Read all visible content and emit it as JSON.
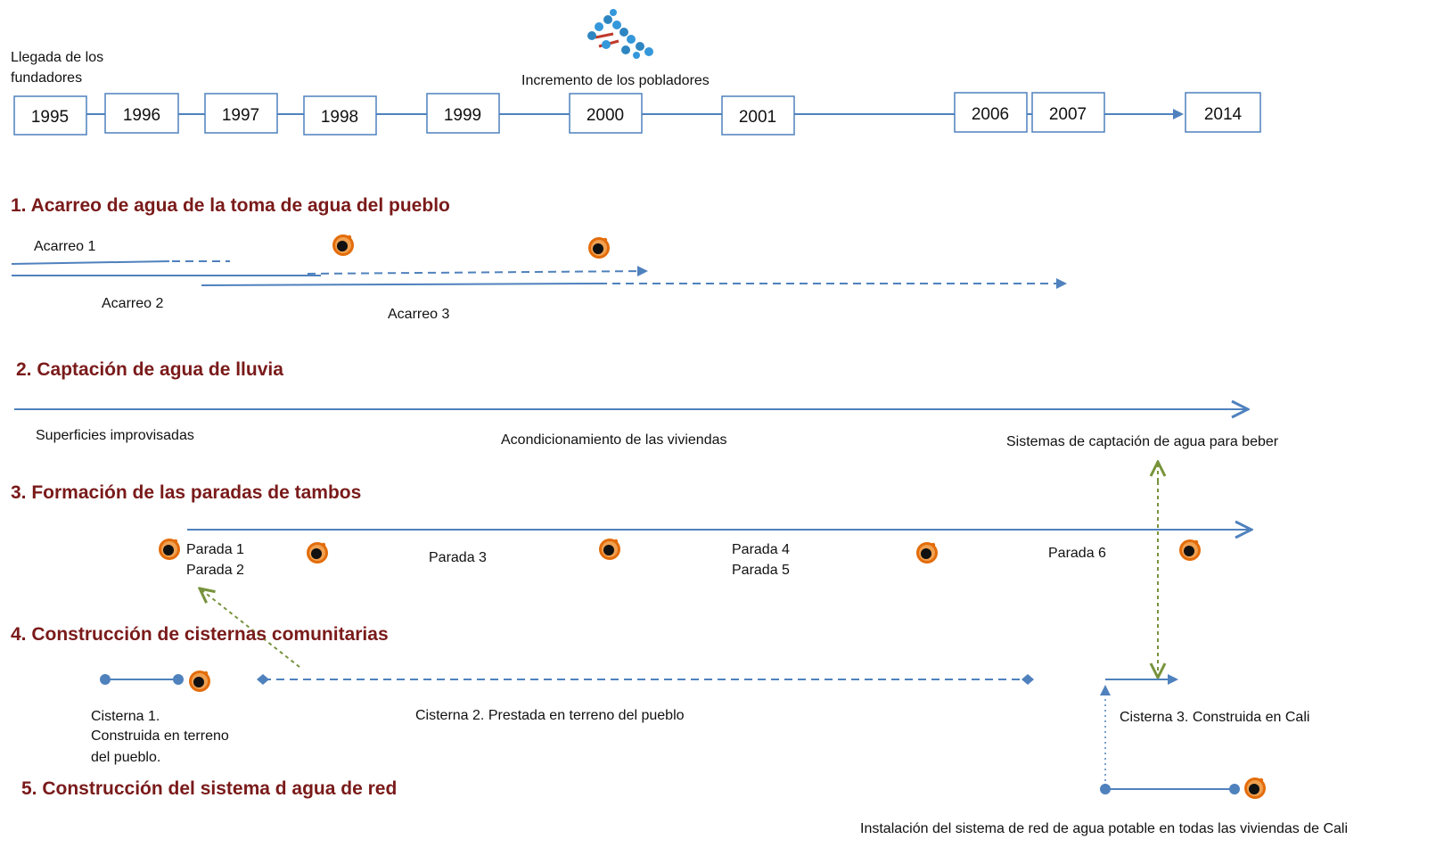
{
  "colors": {
    "heading": "#7a1a1a",
    "line": "#4f81bd",
    "marker_orange": "#e36c09",
    "green_arrow": "#77933c"
  },
  "timeline": {
    "founders_label_line1": "Llegada de los",
    "founders_label_line2": "fundadores",
    "growth_label": "Incremento de los pobladores",
    "growth_icon": "people-group-icon",
    "years": [
      "1995",
      "1996",
      "1997",
      "1998",
      "1999",
      "2000",
      "2001",
      "2006",
      "2007",
      "2014"
    ]
  },
  "sections": {
    "s1": {
      "title": "1. Acarreo de agua de la toma de agua del pueblo",
      "acarreo1": "Acarreo 1",
      "acarreo2": "Acarreo 2",
      "acarreo3": "Acarreo 3"
    },
    "s2": {
      "title": "2. Captación de agua de lluvia",
      "label1": "Superficies improvisadas",
      "label2": "Acondicionamiento de las viviendas",
      "label3": "Sistemas de captación de agua para beber"
    },
    "s3": {
      "title": "3. Formación de las paradas de tambos",
      "parada1": "Parada 1",
      "parada2": "Parada 2",
      "parada3": "Parada 3",
      "parada4": "Parada 4",
      "parada5": "Parada 5",
      "parada6": "Parada 6"
    },
    "s4": {
      "title": "4. Construcción de cisternas comunitarias",
      "cisterna1_line1": "Cisterna 1.",
      "cisterna1_line2": "Construida en terreno",
      "cisterna1_line3": "del pueblo.",
      "cisterna2": "Cisterna 2. Prestada en terreno del pueblo",
      "cisterna3": "Cisterna 3. Construida en Cali"
    },
    "s5": {
      "title": "5. Construcción del sistema d agua de red",
      "label": "Instalación del sistema de red de agua potable en todas las viviendas de Cali"
    }
  },
  "marker_icon": "orange-event-marker-icon"
}
